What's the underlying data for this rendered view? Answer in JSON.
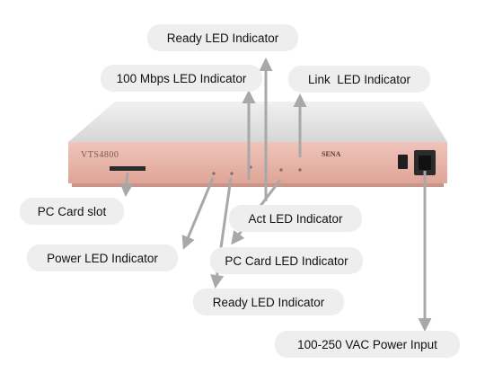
{
  "device": {
    "model": "VTS4800",
    "brand": "SENA"
  },
  "labels": {
    "ready_led_top": "Ready LED Indicator",
    "mbps_led": "100 Mbps LED Indicator",
    "link_led": "Link  LED Indicator",
    "pc_card_slot": "PC Card slot",
    "act_led": "Act LED Indicator",
    "power_led": "Power LED Indicator",
    "pc_card_led": "PC Card LED Indicator",
    "ready_led_bottom": "Ready LED Indicator",
    "power_input": "100-250 VAC Power Input"
  },
  "colors": {
    "arrow": "#a8a8a8",
    "callout_bg": "#eeeeee",
    "front_panel": "#e9b6ab",
    "device_top": "#e4e4e4"
  }
}
